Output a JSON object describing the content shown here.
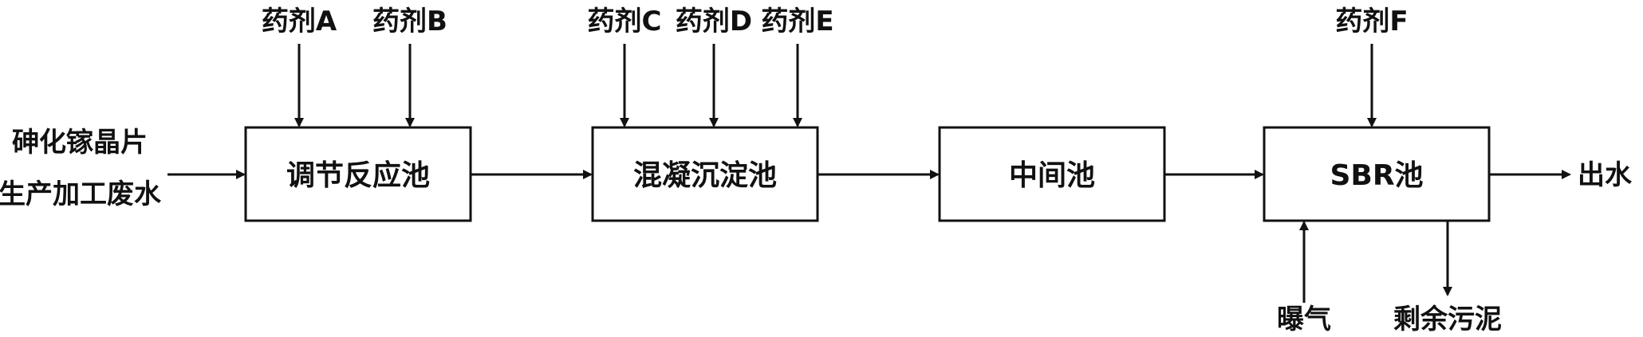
{
  "input": {
    "line1": "砷化镓晶片",
    "line2": "生产加工废水"
  },
  "output": {
    "label": "出水"
  },
  "units": [
    {
      "id": "adjust",
      "label": "调节反应池"
    },
    {
      "id": "coag",
      "label": "混凝沉淀池"
    },
    {
      "id": "middle",
      "label": "中间池"
    },
    {
      "id": "sbr",
      "label": "SBR池"
    }
  ],
  "reagents": {
    "a": "药剂A",
    "b": "药剂B",
    "c": "药剂C",
    "d": "药剂D",
    "e": "药剂E",
    "f": "药剂F"
  },
  "aeration": "曝气",
  "sludge": "剩余污泥"
}
